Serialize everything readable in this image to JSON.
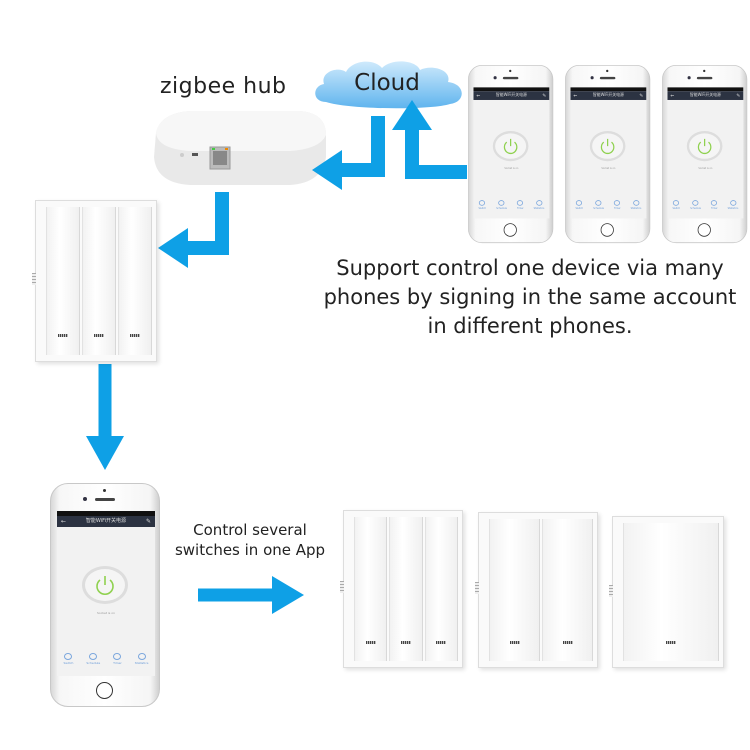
{
  "labels": {
    "hub": "zigbee hub",
    "cloud": "Cloud",
    "support_lines": [
      "Support control one device via many",
      "phones by signing in the same account",
      "in different phones."
    ],
    "control_lines": [
      "Control several",
      "switches in one App"
    ]
  },
  "app": {
    "title": "智能WiFi开关电源",
    "status": "Socket is on",
    "tabs": [
      "Switch",
      "Schedule",
      "Timer",
      "Statistics"
    ]
  },
  "colors": {
    "arrow": "#0ea0e6",
    "cloud": "#8ecdf5",
    "power": "#8fd14f"
  },
  "switches": [
    {
      "gangs": 3
    },
    {
      "gangs": 2
    },
    {
      "gangs": 1
    }
  ]
}
